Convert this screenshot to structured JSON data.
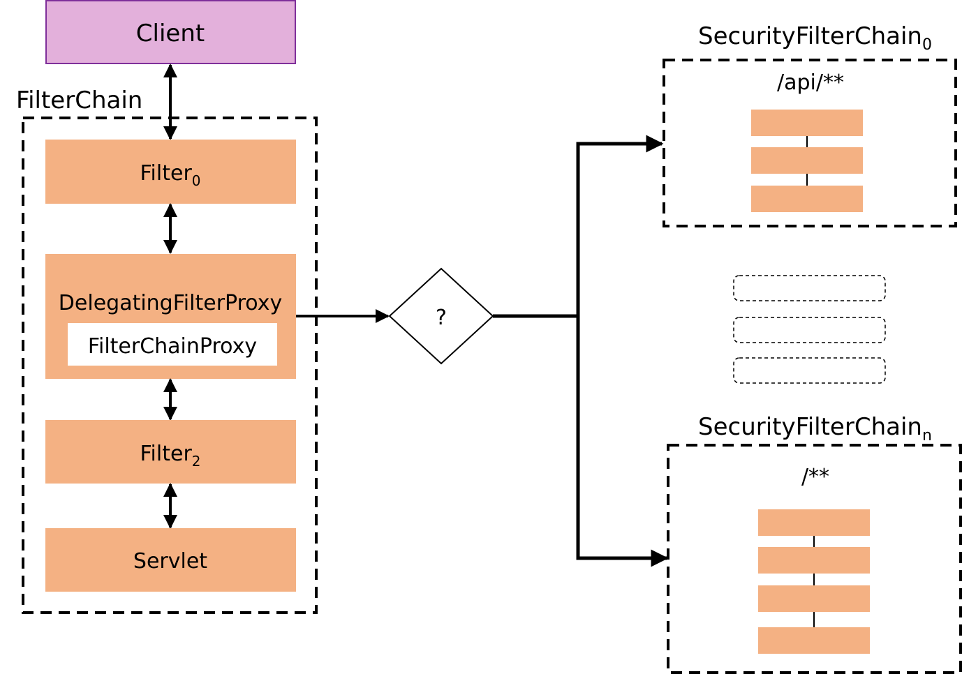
{
  "client": {
    "label": "Client",
    "color": "#e3b0db",
    "border": "#7f2f9a"
  },
  "filter_chain": {
    "title": "FilterChain",
    "filters": [
      {
        "label": "Filter",
        "sub": "0"
      },
      {
        "label": "DelegatingFilterProxy",
        "inner": "FilterChainProxy"
      },
      {
        "label": "Filter",
        "sub": "2"
      },
      {
        "label": "Servlet"
      }
    ]
  },
  "decision": {
    "label": "?"
  },
  "security_chains": [
    {
      "title": "SecurityFilterChain",
      "sub": "0",
      "pattern": "/api/**",
      "filter_count": 3
    },
    {
      "title": "SecurityFilterChain",
      "sub": "n",
      "pattern": "/**",
      "filter_count": 4
    }
  ],
  "placeholder_chain_count": 3,
  "colors": {
    "filter_fill": "#f4b183",
    "line": "#000000",
    "placeholder_border": "#000000"
  }
}
